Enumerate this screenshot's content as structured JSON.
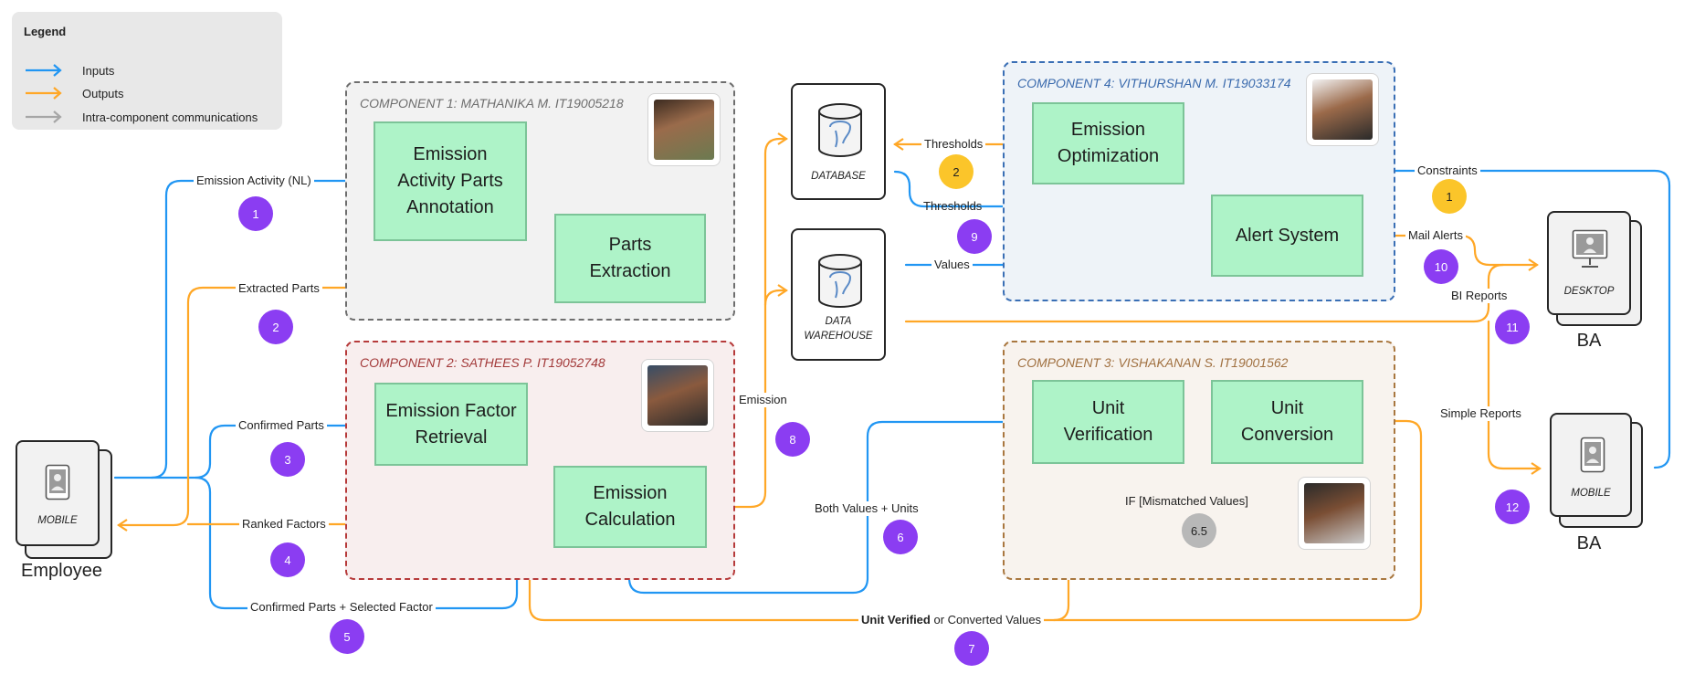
{
  "legend": {
    "title": "Legend",
    "items": [
      {
        "label": "Inputs",
        "color": "#2196f3"
      },
      {
        "label": "Outputs",
        "color": "#ffa726"
      },
      {
        "label": "Intra-component communications",
        "color": "#a6a6a6"
      }
    ]
  },
  "components": [
    {
      "title": "COMPONENT 1: MATHANIKA M. IT19005218",
      "border": "#6e6e6e",
      "fill": "#f2f2f2",
      "title_color": "#6e6e6e"
    },
    {
      "title": "COMPONENT 2: SATHEES P. IT19052748",
      "border": "#b63a3a",
      "fill": "#f8eeee",
      "title_color": "#a33a3a"
    },
    {
      "title": "COMPONENT 3: VISHAKANAN S. IT19001562",
      "border": "#a9773f",
      "fill": "#f8f3ee",
      "title_color": "#a07040"
    },
    {
      "title": "COMPONENT 4: VITHURSHAN M. IT19033174",
      "border": "#3a6fb5",
      "fill": "#eef3f8",
      "title_color": "#3a6aad"
    }
  ],
  "boxes": {
    "annotation": "Emission\nActivity Parts\nAnnotation",
    "extraction": "Parts\nExtraction",
    "factor_retrieval": "Emission Factor\nRetrieval",
    "calculation": "Emission\nCalculation",
    "verification": "Unit\nVerification",
    "conversion": "Unit\nConversion",
    "optimization": "Emission\nOptimization",
    "alert": "Alert System"
  },
  "stores": {
    "database": "DATABASE",
    "warehouse": "DATA\nWAREHOUSE"
  },
  "actors": {
    "employee_device": "MOBILE",
    "employee_name": "Employee",
    "ba_desktop": "DESKTOP",
    "ba_mobile": "MOBILE",
    "ba_name_1": "BA",
    "ba_name_2": "BA"
  },
  "edge_labels": {
    "emission_activity": "Emission Activity (NL)",
    "extracted_parts": "Extracted Parts",
    "confirmed_parts": "Confirmed Parts",
    "ranked_factors": "Ranked Factors",
    "confirmed_selected": "Confirmed Parts + Selected Factor",
    "emission": "Emission",
    "both_values_units": "Both Values + Units",
    "if_mismatched": "IF [Mismatched Values]",
    "unit_verified_bold": "Unit Verified",
    "unit_verified_or": "or",
    "unit_verified_rest": "Converted Values",
    "thresholds_out": "Thresholds",
    "thresholds_in": "Thresholds",
    "values": "Values",
    "constraints": "Constraints",
    "mail_alerts": "Mail Alerts",
    "bi_reports": "BI Reports",
    "simple_reports": "Simple Reports"
  },
  "badges": {
    "b1": "1",
    "b2": "2",
    "b3": "3",
    "b4": "4",
    "b5": "5",
    "b6": "6",
    "b65": "6.5",
    "b7": "7",
    "b8": "8",
    "b9": "9",
    "b10": "10",
    "b11": "11",
    "b12": "12",
    "y1": "1",
    "y2": "2"
  },
  "colors": {
    "input": "#2196f3",
    "output": "#ffa726",
    "intra": "#a6a6a6",
    "box_fill": "#aef3c8",
    "badge_purple": "#8b3df2",
    "badge_yellow": "#fbc52a"
  }
}
